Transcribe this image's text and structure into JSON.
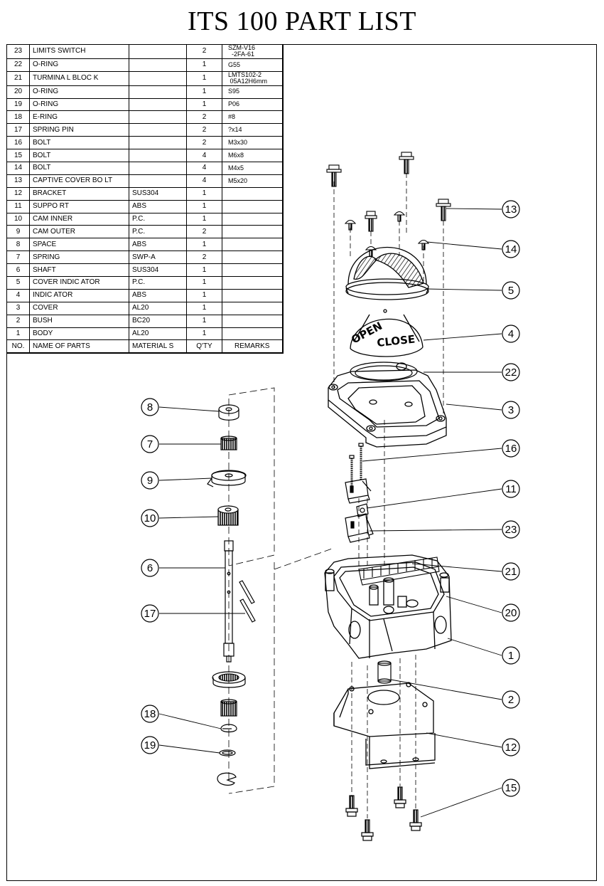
{
  "page": {
    "title": "ITS 100 PART LIST"
  },
  "table": {
    "headers": {
      "no": "NO.",
      "name": "NAME OF  PARTS",
      "material": "MATERIAL S",
      "qty": "Q'TY",
      "remarks": "REMARKS"
    },
    "rows": [
      {
        "no": "23",
        "name": "LIMITS SWITCH",
        "material": "",
        "qty": "2",
        "remarks": "SZM-V16\n  -2FA-61"
      },
      {
        "no": "22",
        "name": "O-RING",
        "material": "",
        "qty": "1",
        "remarks": "G55"
      },
      {
        "no": "21",
        "name": "TURMINA L BLOC K",
        "material": "",
        "qty": "1",
        "remarks": "LMTS102-2\n 05A12H6mm"
      },
      {
        "no": "20",
        "name": "O-RING",
        "material": "",
        "qty": "1",
        "remarks": "S95"
      },
      {
        "no": "19",
        "name": "O-RING",
        "material": "",
        "qty": "1",
        "remarks": "P06"
      },
      {
        "no": "18",
        "name": "E-RING",
        "material": "",
        "qty": "2",
        "remarks": "#8"
      },
      {
        "no": "17",
        "name": "SPRING PIN",
        "material": "",
        "qty": "2",
        "remarks": "?x14"
      },
      {
        "no": "16",
        "name": "BOLT",
        "material": "",
        "qty": "2",
        "remarks": "M3x30"
      },
      {
        "no": "15",
        "name": "BOLT",
        "material": "",
        "qty": "4",
        "remarks": "M6x8"
      },
      {
        "no": "14",
        "name": "BOLT",
        "material": "",
        "qty": "4",
        "remarks": "M4x5"
      },
      {
        "no": "13",
        "name": "CAPTIVE COVER BO  LT",
        "material": "",
        "qty": "4",
        "remarks": "M5x20"
      },
      {
        "no": "12",
        "name": "BRACKET",
        "material": "SUS304",
        "qty": "1",
        "remarks": ""
      },
      {
        "no": "11",
        "name": "SUPPO RT",
        "material": "ABS",
        "qty": "1",
        "remarks": ""
      },
      {
        "no": "10",
        "name": "CAM INNER",
        "material": "P.C.",
        "qty": "1",
        "remarks": ""
      },
      {
        "no": "9",
        "name": "CAM OUTER",
        "material": "P.C.",
        "qty": "2",
        "remarks": ""
      },
      {
        "no": "8",
        "name": "SPACE",
        "material": "ABS",
        "qty": "1",
        "remarks": ""
      },
      {
        "no": "7",
        "name": "SPRING",
        "material": "SWP-A",
        "qty": "2",
        "remarks": ""
      },
      {
        "no": "6",
        "name": "SHAFT",
        "material": "SUS304",
        "qty": "1",
        "remarks": ""
      },
      {
        "no": "5",
        "name": "COVER INDIC ATOR",
        "material": "P.C.",
        "qty": "1",
        "remarks": ""
      },
      {
        "no": "4",
        "name": "INDIC ATOR",
        "material": "ABS",
        "qty": "1",
        "remarks": ""
      },
      {
        "no": "3",
        "name": "COVER",
        "material": "AL20",
        "qty": "1",
        "remarks": ""
      },
      {
        "no": "2",
        "name": "BUSH",
        "material": "BC20",
        "qty": "1",
        "remarks": ""
      },
      {
        "no": "1",
        "name": "BODY",
        "material": "AL20",
        "qty": "1",
        "remarks": ""
      }
    ]
  },
  "diagram": {
    "indicator_text": {
      "open": "OPEN",
      "close": "CLOSE"
    },
    "callouts": [
      "13",
      "14",
      "5",
      "4",
      "22",
      "3",
      "16",
      "11",
      "23",
      "21",
      "20",
      "1",
      "2",
      "12",
      "15",
      "8",
      "7",
      "9",
      "10",
      "6",
      "17",
      "18",
      "19"
    ]
  }
}
